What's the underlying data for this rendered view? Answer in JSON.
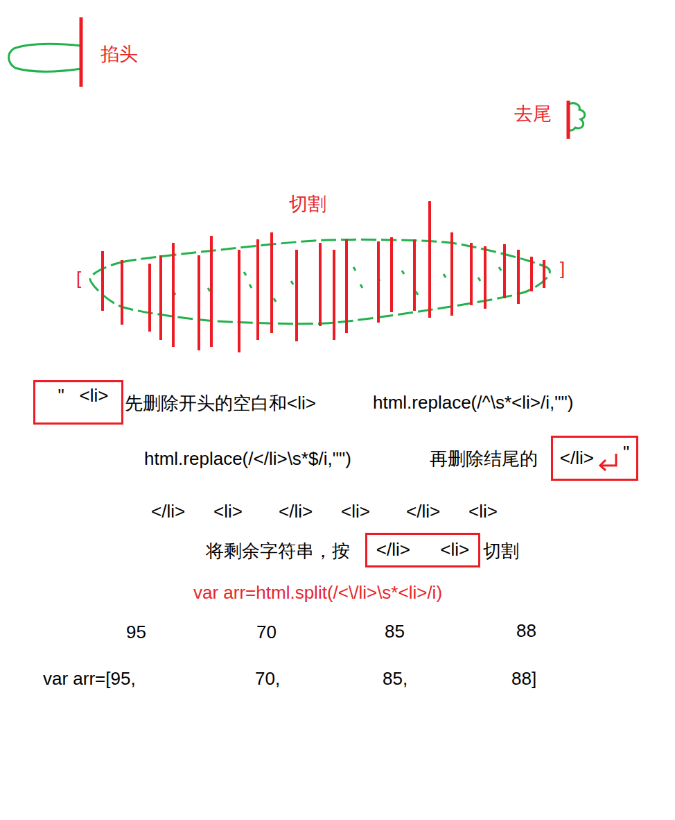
{
  "diagram": {
    "nodes": [
      {
        "text": [
          "\"   <li>"
        ]
      },
      {
        "text": [
          "</li>",
          "\""
        ]
      },
      {
        "text": [
          "</li>      <li>"
        ]
      }
    ],
    "labels": [
      "掐头",
      "去尾",
      "切割",
      "[",
      "]",
      "先删除开头的空白和<li>",
      "html.replace(/^\\s*<li>/i,\"\")",
      "html.replace(/</li>\\s*$/i,\"\")",
      "再删除结尾的",
      "</li>",
      "<li>",
      "</li>",
      "<li>",
      "</li>",
      "<li>",
      "将剩余字符串，按",
      "切割",
      "var arr=html.split(/<\\/li>\\s*<li>/i)",
      "95",
      "70",
      "85",
      "88",
      "var arr=[95,",
      "70,",
      "85,",
      "88]"
    ]
  }
}
